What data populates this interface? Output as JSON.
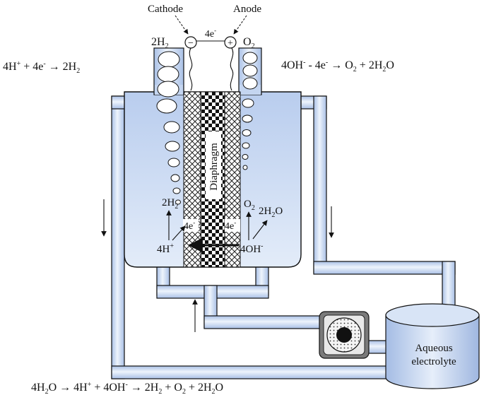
{
  "labels": {
    "cathode": "Cathode",
    "anode": "Anode",
    "electrons_top": "4e",
    "electron_sup": "-",
    "h2_out": "2H",
    "o2_out": "O",
    "diaphragm": "Diaphragm",
    "h2_inner": "2H",
    "o2_inner": "O",
    "water_inner": "2H",
    "water_inner_tail": "O",
    "e_left": "4e",
    "e_right": "4e",
    "h_plus": "4H",
    "oh_minus": "4OH",
    "aqueous": "Aqueous",
    "electrolyte": "electrolyte",
    "sub2": "2",
    "sup_plus": "+",
    "sup_minus": "-",
    "minus_sign": "−",
    "plus_sign": "+"
  },
  "equations": {
    "cathode": [
      "4H",
      "+",
      " + 4e",
      "-",
      " → 2H",
      "2"
    ],
    "anode": [
      "4OH",
      "-",
      " - 4e",
      "-",
      " → O",
      "2",
      " + 2H",
      "2",
      "O"
    ],
    "overall": [
      "4H",
      "2",
      "O → 4H",
      "+",
      " + 4OH",
      "-",
      " → 2H",
      "2",
      " + O",
      "2",
      " + 2H",
      "2",
      "O"
    ]
  },
  "colors": {
    "electrolyte_top": "#b8ccec",
    "electrolyte_bottom": "#dfe9f8",
    "pipe_fill": "#cfdcf3",
    "outline": "#111111"
  }
}
